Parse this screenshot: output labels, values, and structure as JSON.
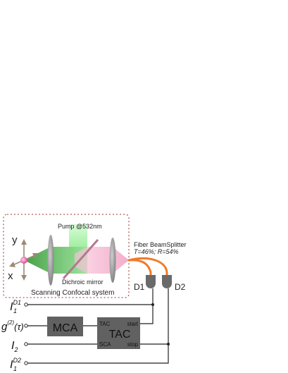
{
  "confocal": {
    "title": "Scanning Confocal system",
    "pump_label": "Pump @532nm",
    "mirror_label": "Dichroic mirror",
    "axis_y": "y",
    "axis_x": "x",
    "colors": {
      "pump": "#8ff08f",
      "emission": "#f5b3cf",
      "frame": "#b05a5a"
    }
  },
  "fiber": {
    "title": "Fiber BeamSplitter",
    "ratio": "T=46%; R=54%",
    "color": "#f07a2a"
  },
  "detectors": {
    "d1": "D1",
    "d2": "D2"
  },
  "electronics": {
    "mca": "MCA",
    "tac": "TAC",
    "tac_in": "TAC",
    "start": "start",
    "sca": "SCA",
    "stop": "stop",
    "box_color": "#616161"
  },
  "signals": {
    "i1d1": {
      "base": "I",
      "sub": "1",
      "sup": "D1"
    },
    "g2": {
      "base": "g",
      "sup": "(2)",
      "arg": "(τ)"
    },
    "i2": {
      "base": "I",
      "sub": "2"
    },
    "i1d2": {
      "base": "I",
      "sub": "1",
      "sup": "D2"
    }
  }
}
